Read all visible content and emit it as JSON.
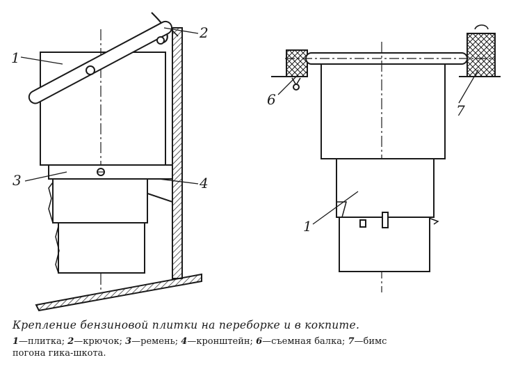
{
  "figure": {
    "left_view_labels": [
      "1",
      "2",
      "3",
      "4"
    ],
    "right_view_labels": [
      "6",
      "7",
      "1"
    ]
  },
  "caption": "Крепление бензиновой плитки на переборке и в кокпите.",
  "legend": {
    "items": [
      {
        "num": "1",
        "text": "плитка;"
      },
      {
        "num": "2",
        "text": "крючок;"
      },
      {
        "num": "3",
        "text": "ремень;"
      },
      {
        "num": "4",
        "text": "кронштейн;"
      },
      {
        "num": "6",
        "text": "съемная балка;"
      },
      {
        "num": "7",
        "text": "бимс"
      }
    ],
    "continuation": "погона гика-шкота."
  }
}
